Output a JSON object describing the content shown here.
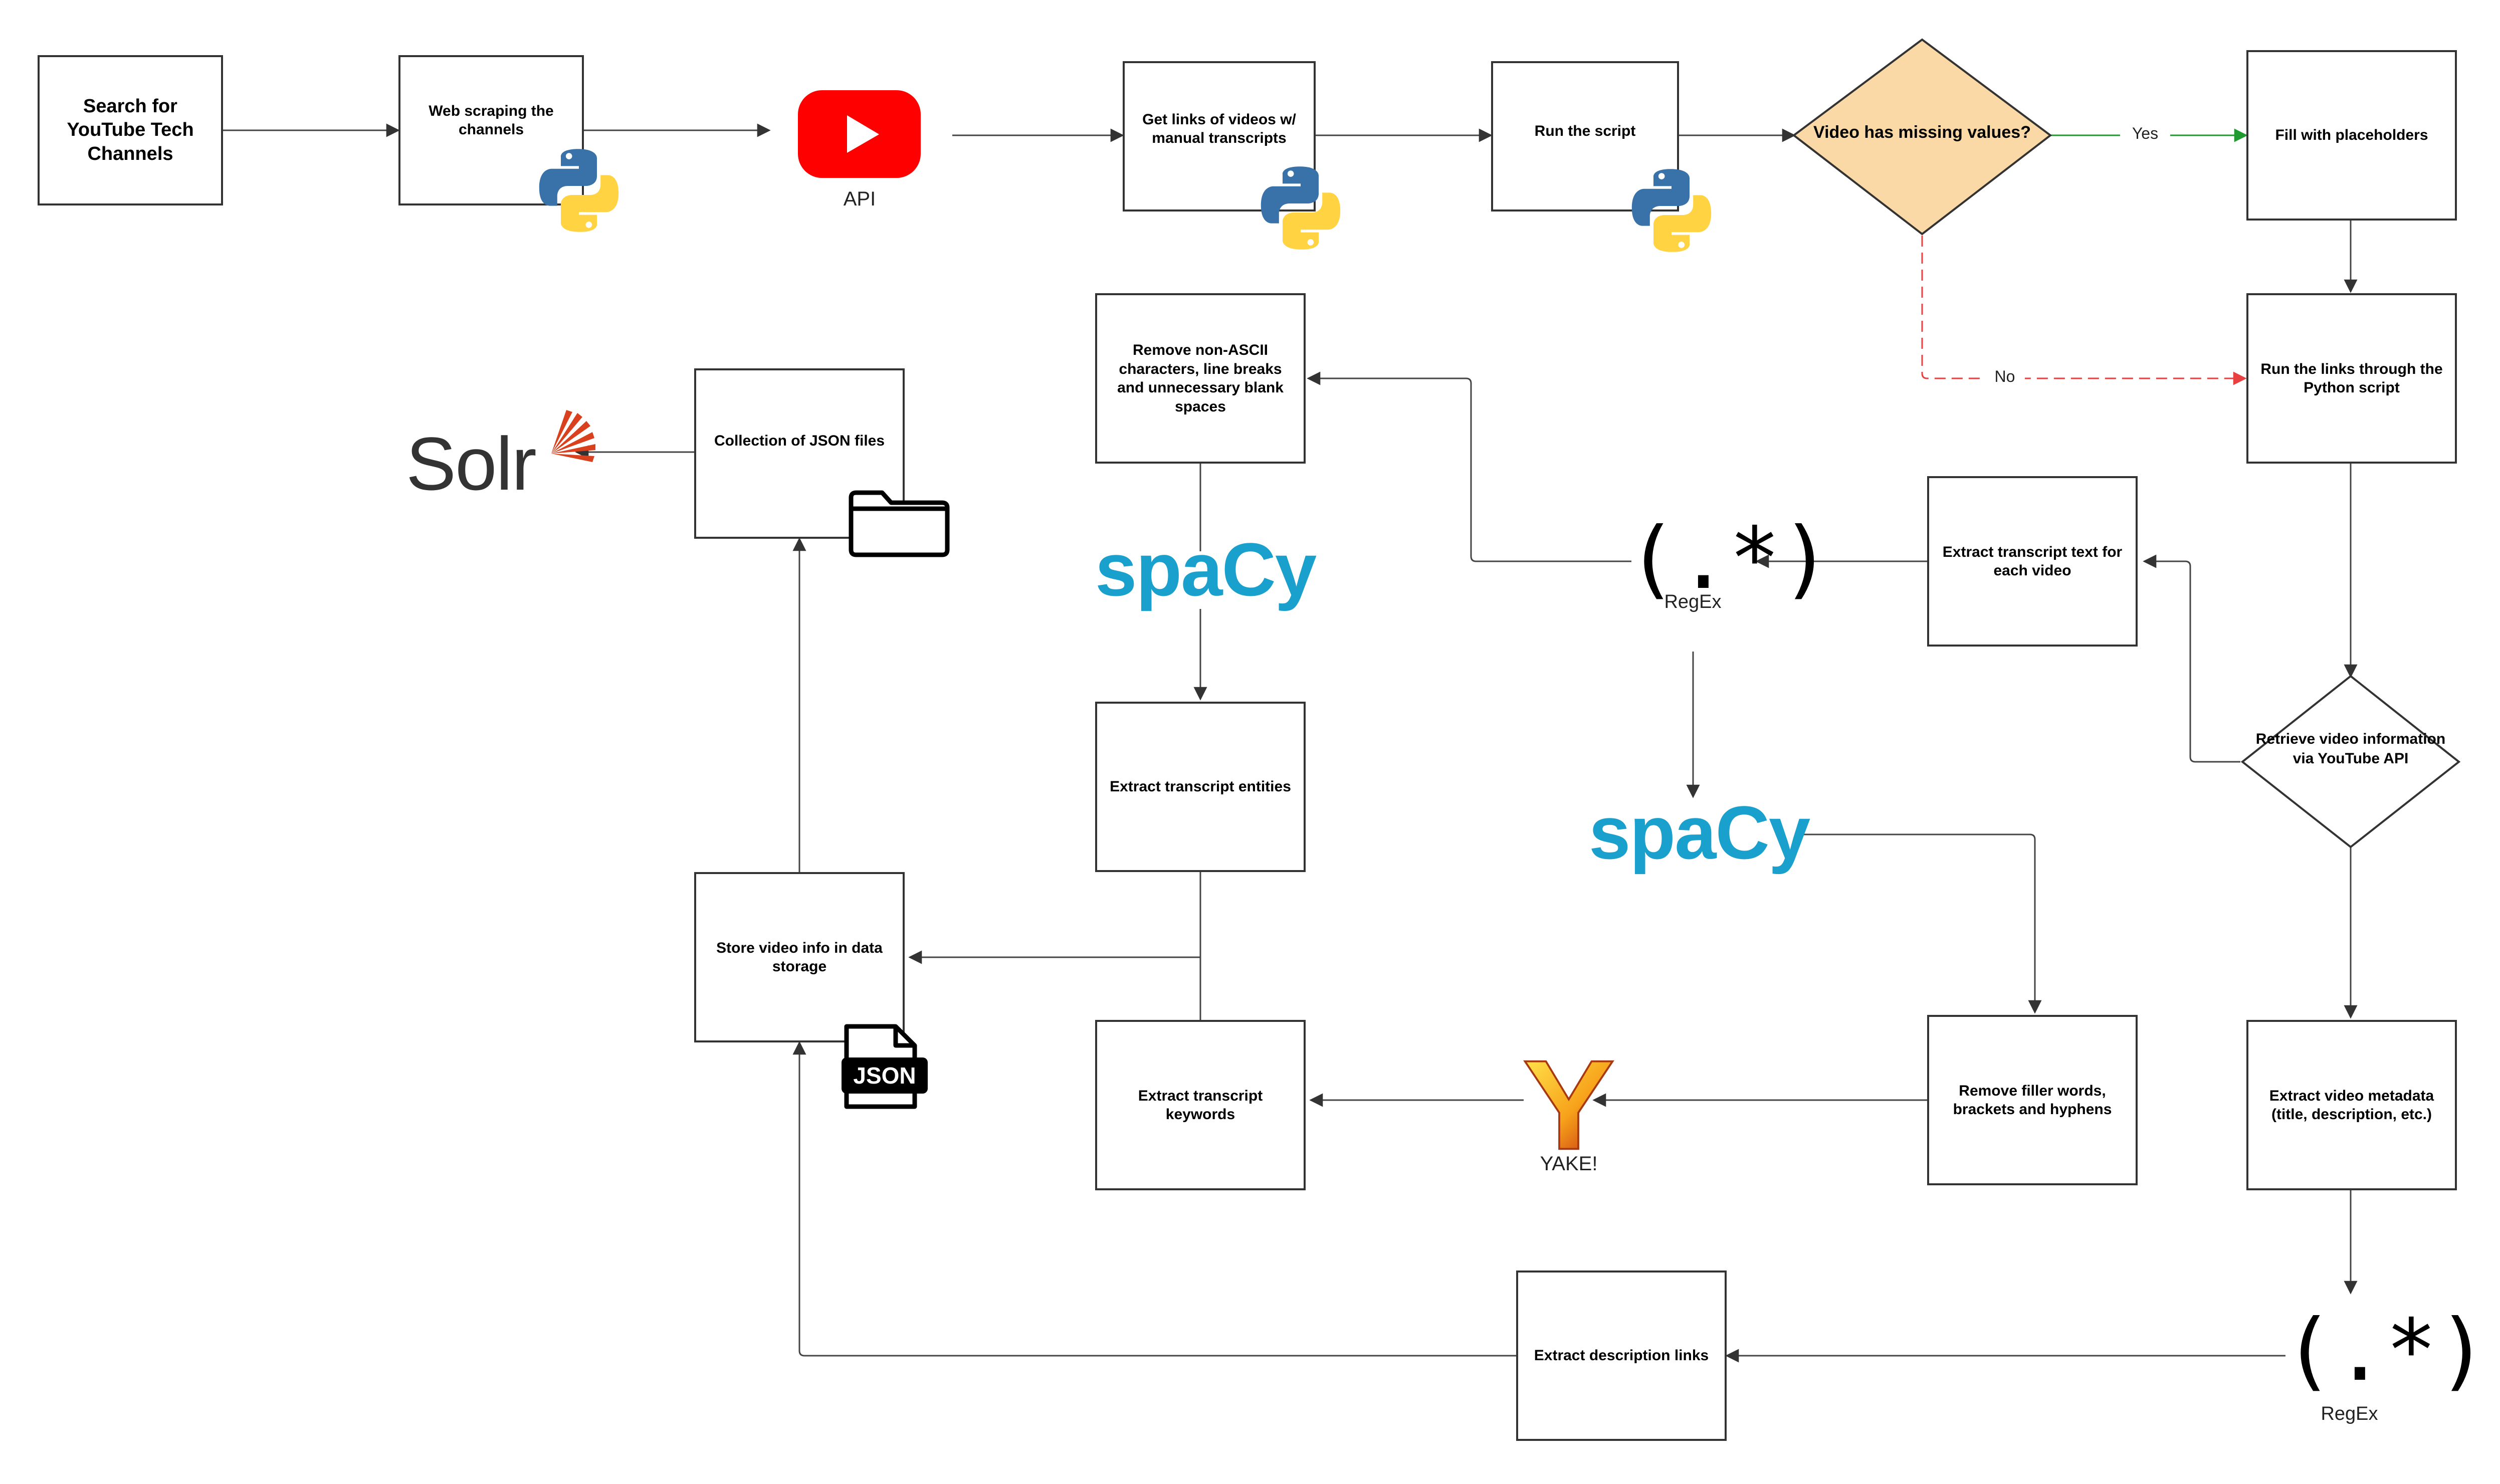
{
  "boxes": {
    "search_channels": "Search for YouTube Tech Channels",
    "web_scraping": "Web scraping the channels",
    "get_links": "Get links of videos w/ manual transcripts",
    "run_script": "Run the script",
    "fill_placeholders": "Fill with placeholders",
    "run_links": "Run the links through the Python script",
    "remove_non_ascii": "Remove non-ASCII characters, line breaks and unnecessary blank spaces",
    "collection_json": "Collection of JSON files",
    "extract_transcript_text": "Extract transcript text for each video",
    "extract_entities": "Extract transcript entities",
    "store_video_info": "Store video info in data storage",
    "extract_keywords": "Extract transcript keywords",
    "remove_filler": "Remove filler words, brackets and hyphens",
    "extract_metadata": "Extract video metadata (title, description, etc.)",
    "extract_desc_links": "Extract description links"
  },
  "decisions": {
    "missing_values": "Video has missing values?",
    "retrieve_info": "Retrieve video information via YouTube API"
  },
  "edge_labels": {
    "yes": "Yes",
    "no": "No"
  },
  "logos": {
    "api": "API",
    "regex_symbol": "(.*)",
    "regex": "RegEx",
    "spacy": "spaCy",
    "yake": "YAKE!",
    "solr": "Solr",
    "json": "JSON"
  },
  "colors": {
    "decision_fill": "#fbd9a6",
    "yes_edge": "#1f9a2f",
    "no_edge": "#e84040",
    "spacy": "#1aa0cc",
    "youtube": "#ff0000"
  }
}
